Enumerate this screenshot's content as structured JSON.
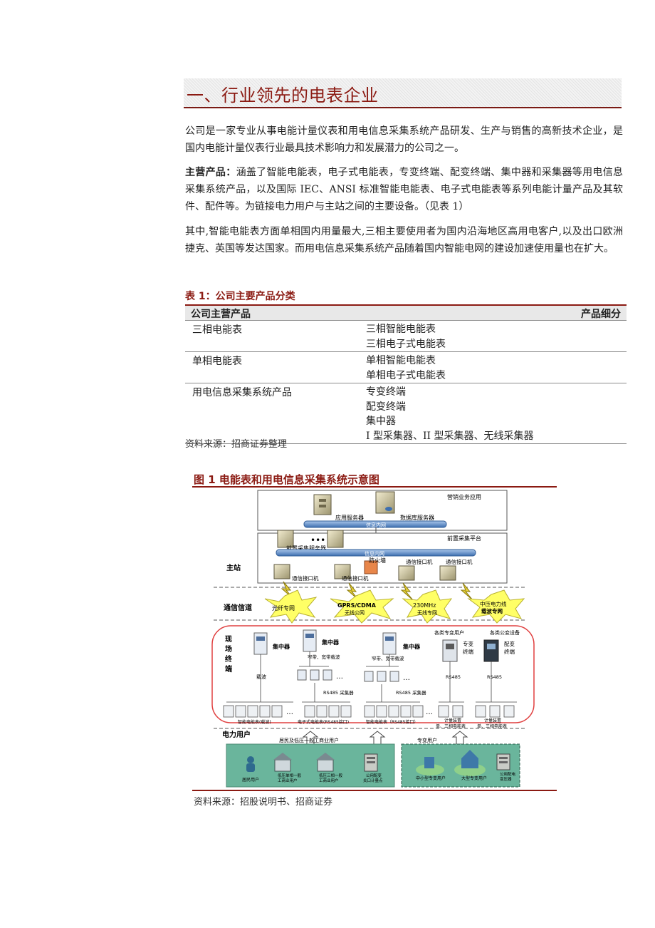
{
  "heading": "一、行业领先的电表企业",
  "para1": "公司是一家专业从事电能计量仪表和用电信息采集系统产品研发、生产与销售的高新技术企业，是国内电能计量仪表行业最具技术影响力和发展潜力的公司之一。",
  "para2_label": "主营产品：",
  "para2": "涵盖了智能电能表，电子式电能表，专变终端、配变终端、集中器和采集器等用电信息采集系统产品，以及国际 IEC、ANSI 标准智能电能表、电子式电能表等系列电能计量产品及其软件、配件等。为链接电力用户与主站之间的主要设备。（见表 1）",
  "para3": "其中,智能电能表方面单相国内用量最大,三相主要使用者为国内沿海地区高用电客户,以及出口欧洲捷克、英国等发达国家。而用电信息采集系统产品随着国内智能电网的建设加速使用量也在扩大。",
  "table": {
    "caption": "表 1：公司主要产品分类",
    "col1": "公司主营产品",
    "col2": "产品细分",
    "rows": [
      {
        "product": "三相电能表",
        "items": [
          "三相智能电能表",
          "三相电子式电能表"
        ]
      },
      {
        "product": "单相电能表",
        "items": [
          "单相智能电能表",
          "单相电子式电能表"
        ]
      },
      {
        "product": "用电信息采集系统产品",
        "items": [
          "专变终端",
          "配变终端",
          "集中器",
          "I 型采集器、II 型采集器、无线采集器"
        ]
      }
    ],
    "source": "资料来源：招商证券整理"
  },
  "figure": {
    "caption": "图 1 电能表和用电信息采集系统示意图",
    "source": "资料来源：招股说明书、招商证券",
    "labels": {
      "marketing": "营销业务应用",
      "app_server": "应用服务器",
      "db_server": "数据库服务器",
      "intranet": "信息内网",
      "front_platform": "前置采集平台",
      "front_server": "前置采集服务器",
      "intranet2": "信息内网",
      "firewall": "防火墙",
      "comm_ports": [
        "通信接口机",
        "通信接口机",
        "通信接口机",
        "通信接口机"
      ],
      "master": "主站",
      "channel": "通信信道",
      "ch1": "光纤专网",
      "ch2a": "GPRS/CDMA",
      "ch2b": "无线公网",
      "ch3a": "230MHz",
      "ch3b": "无线专网",
      "ch4a": "中压电力线",
      "ch4b": "载波专网",
      "field": [
        "现",
        "场",
        "终",
        "端"
      ],
      "concentrator": "集中器",
      "carrier": "载波",
      "carrier_broad": "窄带、宽带载波",
      "rs485_collector": "RS485 采集器",
      "special_user": "各类专变用户",
      "public_dev": "各类公变设备",
      "special_term": [
        "专变",
        "终端"
      ],
      "dist_term": [
        "配变",
        "终端"
      ],
      "rs485": "RS485",
      "meter1": "智能电能表(载波)",
      "meter2": "电子式电能表(RS485接口)",
      "meter3": "智能电能表（RS485接口）",
      "meter4": [
        "计量装置",
        "单、三相电能表"
      ],
      "meter5": [
        "计量装置",
        "单、三相电能表"
      ],
      "power_user": "电力用户",
      "resident_group": "居民及低压一般工商业用户",
      "special_group": "专变用户",
      "u1": "居民用户",
      "u2": [
        "低压单相一般",
        "工商业用户"
      ],
      "u3": [
        "低压三相一般",
        "工商业用户"
      ],
      "u4": [
        "公用配变",
        "关口计量点"
      ],
      "u5": "中小型专变用户",
      "u6": "大型专变用户",
      "u7": [
        "公用配电",
        "变压器"
      ]
    }
  }
}
